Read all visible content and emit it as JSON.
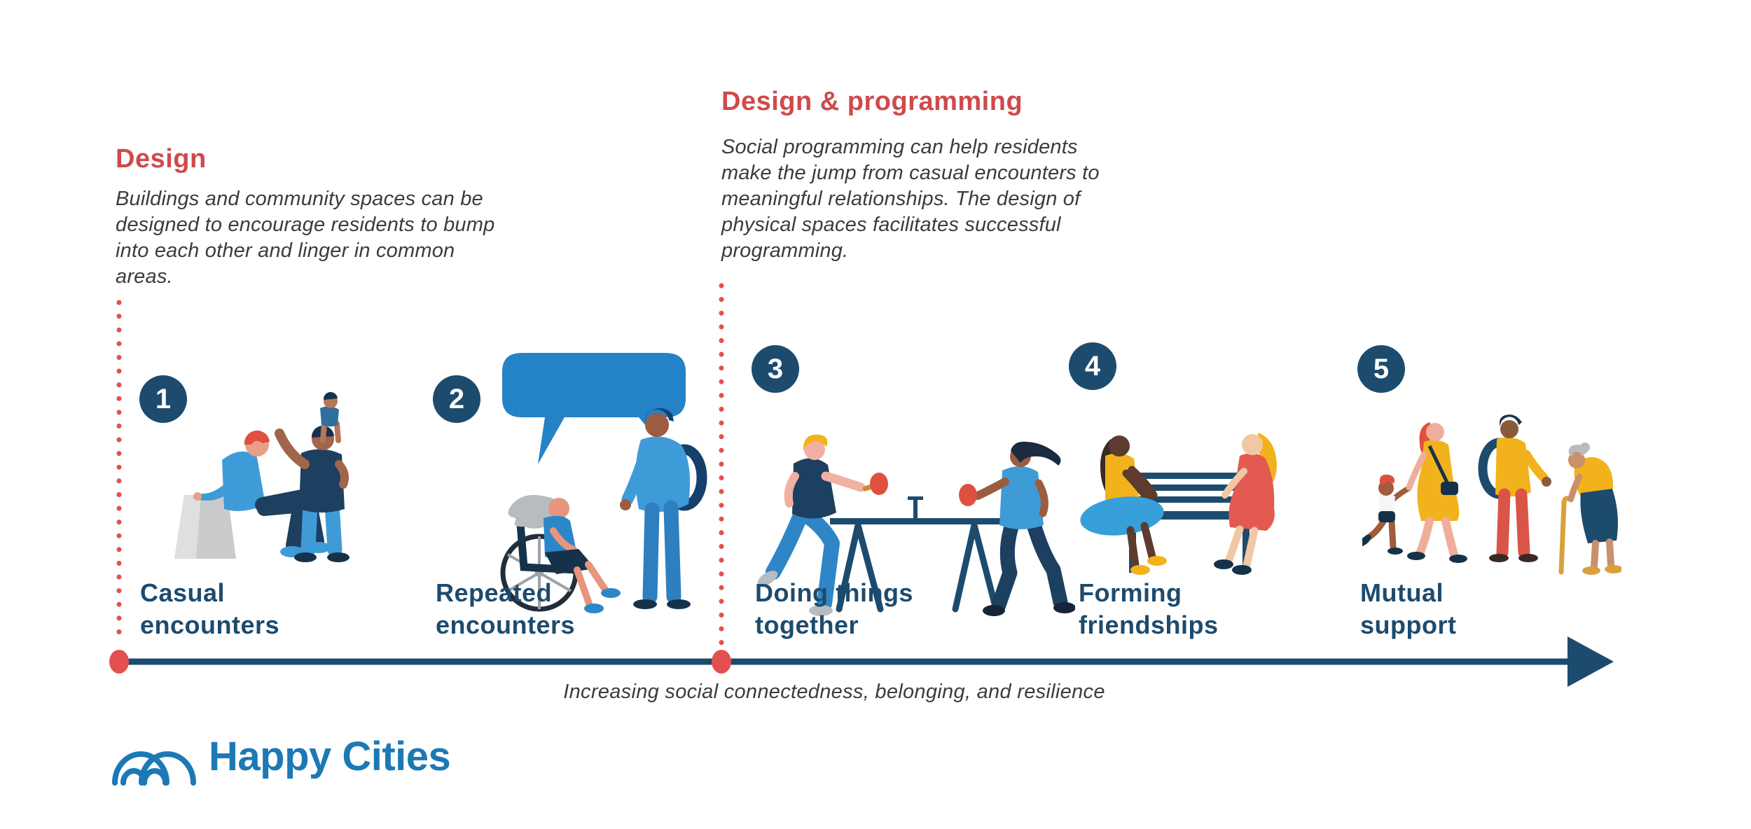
{
  "colors": {
    "accent_red": "#cf4a4a",
    "dot_red": "#e35050",
    "navy": "#1d4b6e",
    "navy_dark": "#16324a",
    "bubble_blue": "#2383c6",
    "light_blue": "#3f9bd8",
    "yellow": "#f2b21c",
    "coral": "#e25a50",
    "logo_blue": "#1b79b5",
    "text_dark": "#3c3c3c"
  },
  "sections": [
    {
      "heading": "Design",
      "body": "Buildings and community spaces can be\ndesigned to encourage residents to bump\ninto each other and linger in common\nareas."
    },
    {
      "heading": "Design & programming",
      "body": "Social programming can help residents\nmake the jump from casual encounters to\nmeaningful relationships. The design of\nphysical spaces facilitates successful\nprogramming."
    }
  ],
  "stages": [
    {
      "number": "1",
      "label": "Casual\nencounters",
      "illustration": "person sitting on a block greeted by a parent carrying a child on their shoulders"
    },
    {
      "number": "2",
      "label": "Repeated\nencounters",
      "illustration": "two neighbours chatting under a shared speech bubble, one using a wheelchair"
    },
    {
      "number": "3",
      "label": "Doing things\ntogether",
      "illustration": "two people playing table tennis"
    },
    {
      "number": "4",
      "label": "Forming\nfriendships",
      "illustration": "two friends talking on a park bench"
    },
    {
      "number": "5",
      "label": "Mutual\nsupport",
      "illustration": "multi-generational group walking together, from child to elder with a cane"
    }
  ],
  "timeline": {
    "caption": "Increasing social connectedness, belonging, and resilience"
  },
  "logo": {
    "name": "Happy Cities"
  }
}
